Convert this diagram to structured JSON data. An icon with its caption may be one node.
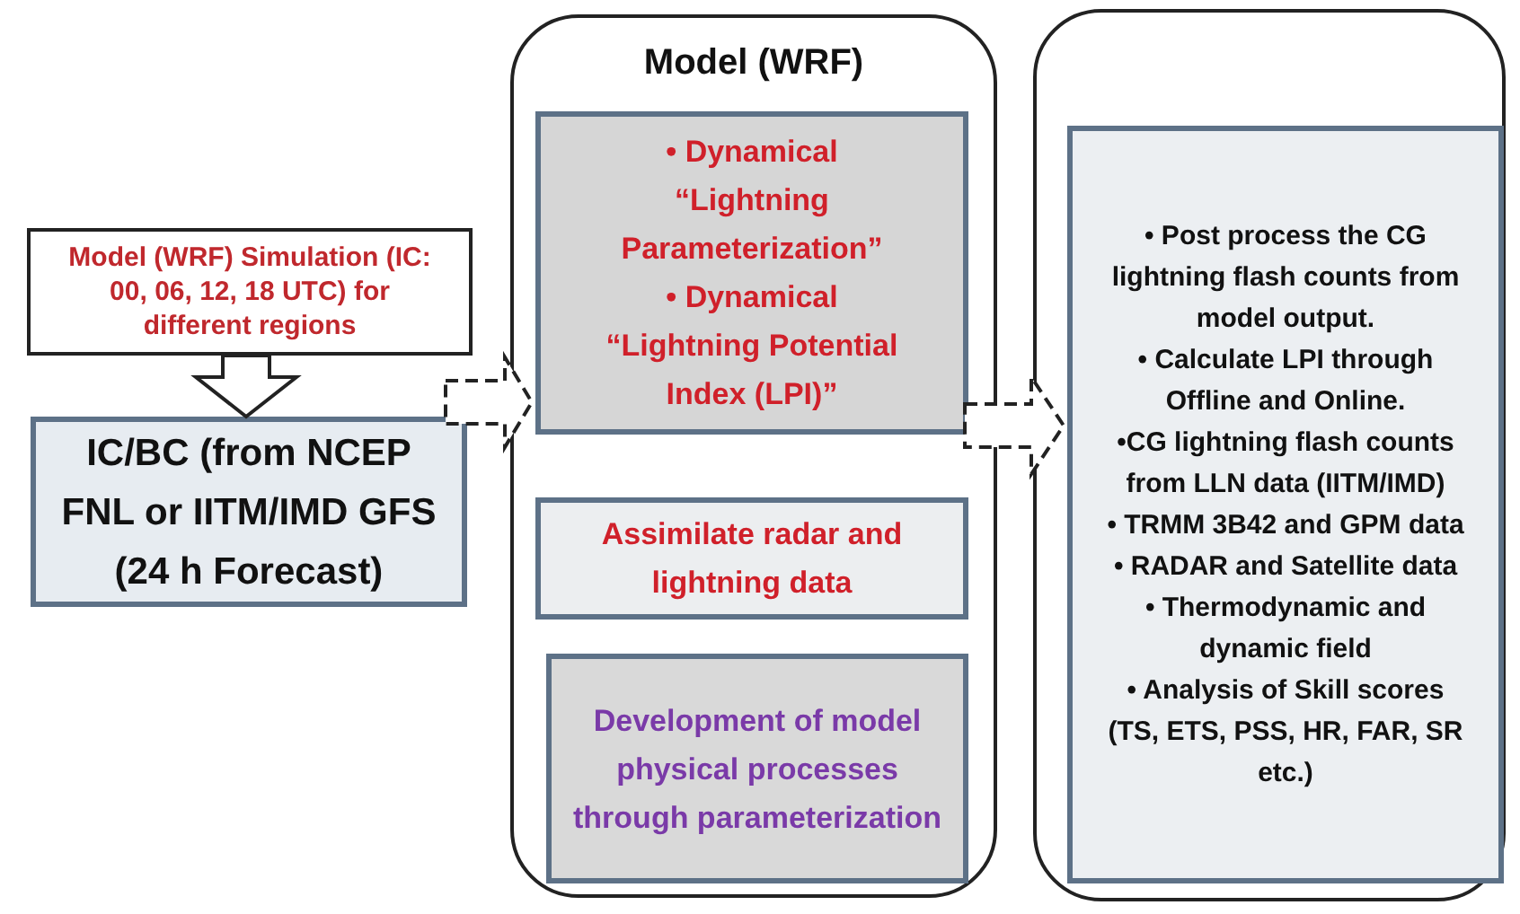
{
  "diagram": {
    "nodes": [
      {
        "text": [
          "Model (WRF) Simulation (IC: 00, 06, 12, 18 UTC) for different regions"
        ]
      },
      {
        "text": [
          "IC/BC (from NCEP FNL or IITM/IMD GFS (24 h Forecast)"
        ]
      },
      {
        "text": [
          "Model (WRF)"
        ]
      },
      {
        "text": [
          "• Dynamical “Lightning Parameterization”",
          "• Dynamical “Lightning Potential Index (LPI)”"
        ],
        "in": 2
      },
      {
        "text": [
          "Assimilate radar and lightning data"
        ],
        "in": 2
      },
      {
        "text": [
          "Development of model physical processes through parameterization"
        ],
        "in": 2
      },
      {
        "text": [],
        "shape": "box"
      },
      {
        "text": [
          "• Post process the CG lightning flash counts from model output.",
          "• Calculate LPI through Offline and Online.",
          "•CG lightning flash counts from LLN data (IITM/IMD)",
          "• TRMM 3B42 and GPM data",
          "• RADAR and Satellite data",
          "• Thermodynamic and dynamic field",
          "• Analysis of Skill scores (TS, ETS, PSS, HR, FAR, SR etc.)"
        ],
        "in": 6
      }
    ],
    "edges": [
      {
        "from": 0,
        "to": 1,
        "arrow": "to"
      },
      {
        "from": null,
        "to": 3,
        "arrow": "to",
        "style": "dashed"
      },
      {
        "from": 3,
        "to": 7,
        "arrow": "to",
        "style": "dashed"
      }
    ]
  }
}
